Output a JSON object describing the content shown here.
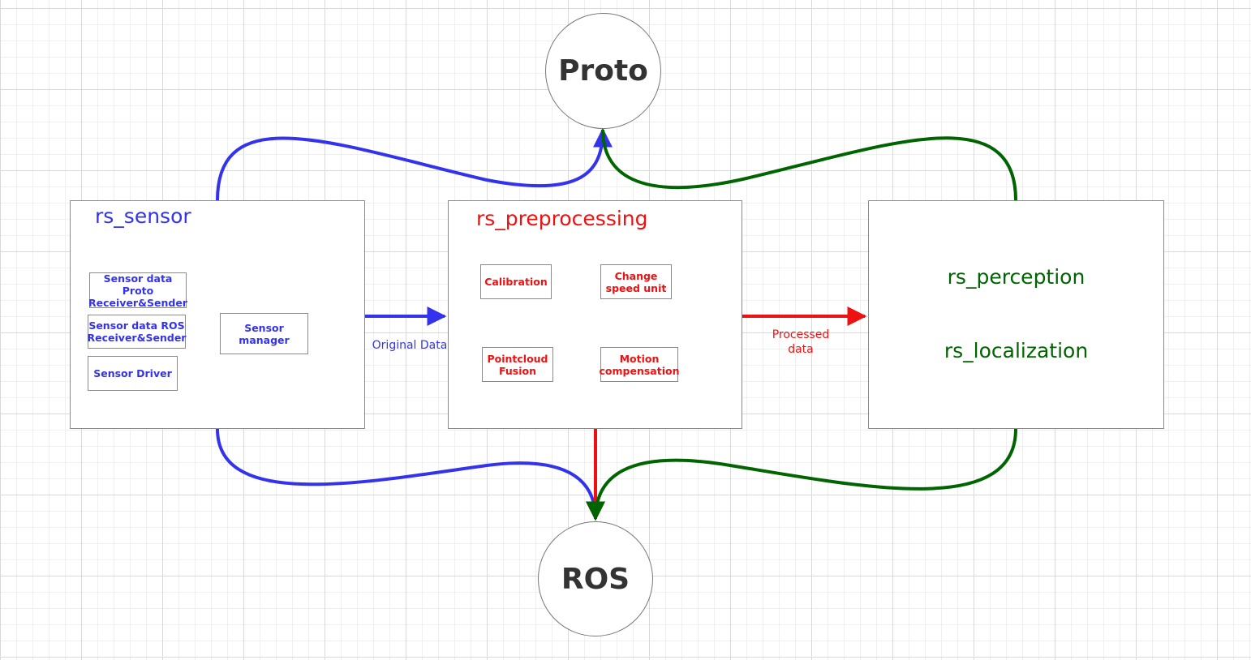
{
  "nodes": {
    "proto": "Proto",
    "ros": "ROS"
  },
  "rs_sensor": {
    "title": "rs_sensor",
    "proto_receiver": [
      "Sensor data Proto",
      "Receiver&Sender"
    ],
    "ros_receiver": [
      "Sensor data ROS",
      "Receiver&Sender"
    ],
    "driver": "Sensor Driver",
    "manager": "Sensor manager"
  },
  "rs_preprocessing": {
    "title": "rs_preprocessing",
    "calibration": "Calibration",
    "change_speed": [
      "Change",
      "speed unit"
    ],
    "pointcloud_fusion": [
      "Pointcloud",
      "Fusion"
    ],
    "motion_compensation": [
      "Motion",
      "compensation"
    ]
  },
  "rs_downstream": {
    "perception": "rs_perception",
    "localization": "rs_localization"
  },
  "edges": {
    "original_data": "Original Data",
    "processed_data": [
      "Processed",
      "data"
    ]
  },
  "colors": {
    "blue": "#3333ee",
    "red": "#ee1111",
    "green": "#006400",
    "light_blue": "#6a6aff"
  }
}
